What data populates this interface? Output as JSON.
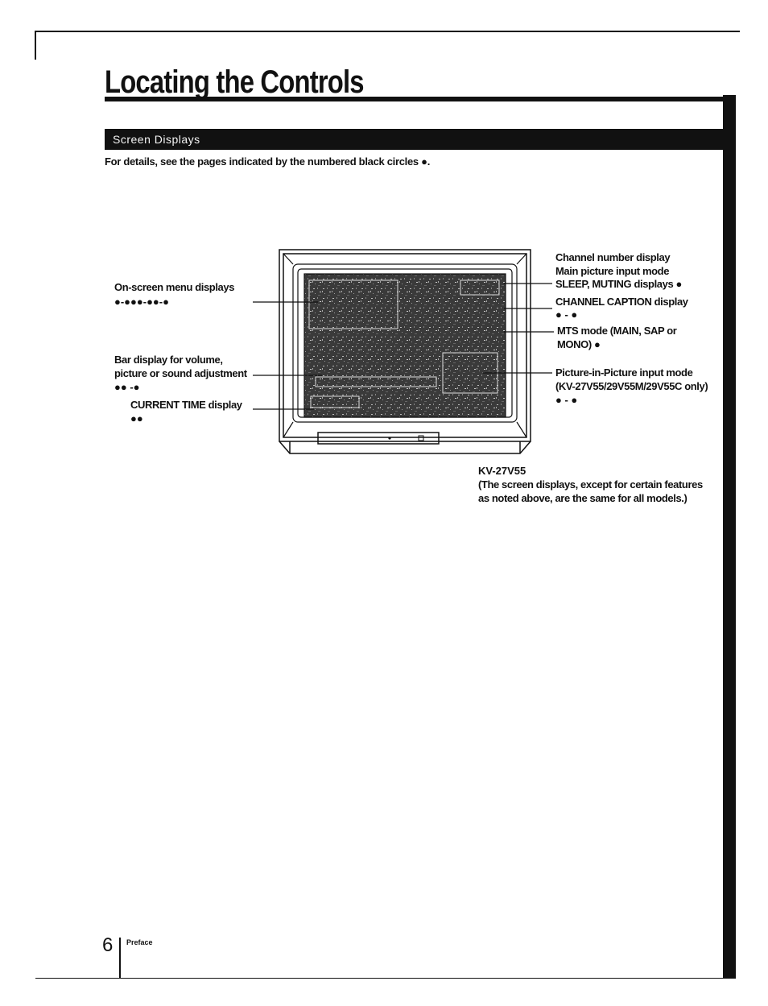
{
  "page": {
    "title": "Locating the Controls",
    "section": "Screen Displays",
    "intro": "For details, see the pages indicated by the numbered black circles ●.",
    "page_number": "6",
    "footer_label": "Preface"
  },
  "labels": {
    "onscreen_menu": "On-screen menu displays",
    "bar_display_1": "Bar display for volume,",
    "bar_display_2": "picture or sound adjustment",
    "current_time": "CURRENT TIME display",
    "channel_number": "Channel number display",
    "main_picture": "Main picture input mode",
    "sleep_muting": "SLEEP, MUTING displays",
    "channel_caption": "CHANNEL CAPTION display",
    "mts_mode_1": "MTS mode (MAIN, SAP or",
    "mts_mode_2": "MONO)",
    "pip_1": "Picture-in-Picture input mode",
    "pip_2": "(KV-27V55/29V55M/29V55C only)"
  },
  "references": {
    "onscreen_menu": "●-●●●-●●-●",
    "bar_display": "●● -●",
    "current_time": "●●",
    "sleep_muting": "●",
    "channel_caption": "● - ●",
    "mts_mode": "●",
    "pip": "● - ●"
  },
  "caption": {
    "model": "KV-27V55",
    "note_1": "(The screen displays, except for certain features",
    "note_2": "as noted above, are the same for all models.)"
  }
}
